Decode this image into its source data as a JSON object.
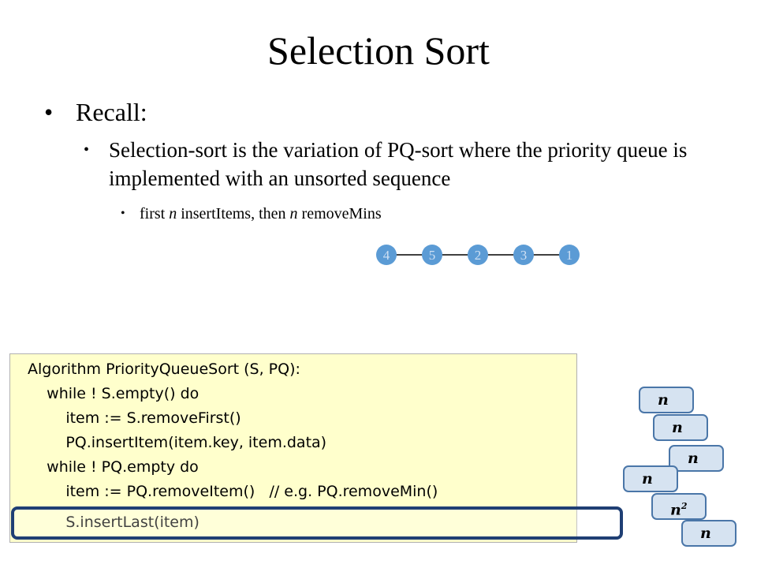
{
  "slide": {
    "title": "Selection Sort",
    "bullet1": "Recall:",
    "bullet2": "Selection-sort is the variation of PQ-sort where the priority queue is implemented with an unsorted sequence",
    "bullet3": {
      "part1": "first ",
      "n1": "n",
      "part2": " insertItems, then ",
      "n2": "n",
      "part3": " removeMins"
    },
    "bullet_glyph": "•"
  },
  "sequence": {
    "nodes": [
      "4",
      "5",
      "2",
      "3",
      "1"
    ],
    "node_color": "#5b9bd5",
    "node_text_color": "#cfe0f3"
  },
  "code": {
    "lines": [
      "Algorithm PriorityQueueSort (S, PQ):",
      "    while ! S.empty() do",
      "        item := S.removeFirst()",
      "        PQ.insertItem(item.key, item.data)",
      "    while ! PQ.empty do",
      "        item := PQ.removeItem()   // e.g. PQ.removeMin()",
      "        S.insertLast(item)"
    ],
    "background": "#ffffcc",
    "highlight_color": "#1f3f74"
  },
  "costs": {
    "labels": [
      "n",
      "n",
      "n",
      "n",
      "n",
      "n"
    ],
    "superscript_2": "2",
    "box_fill": "#d6e3f1",
    "box_border": "#4a76a8"
  }
}
